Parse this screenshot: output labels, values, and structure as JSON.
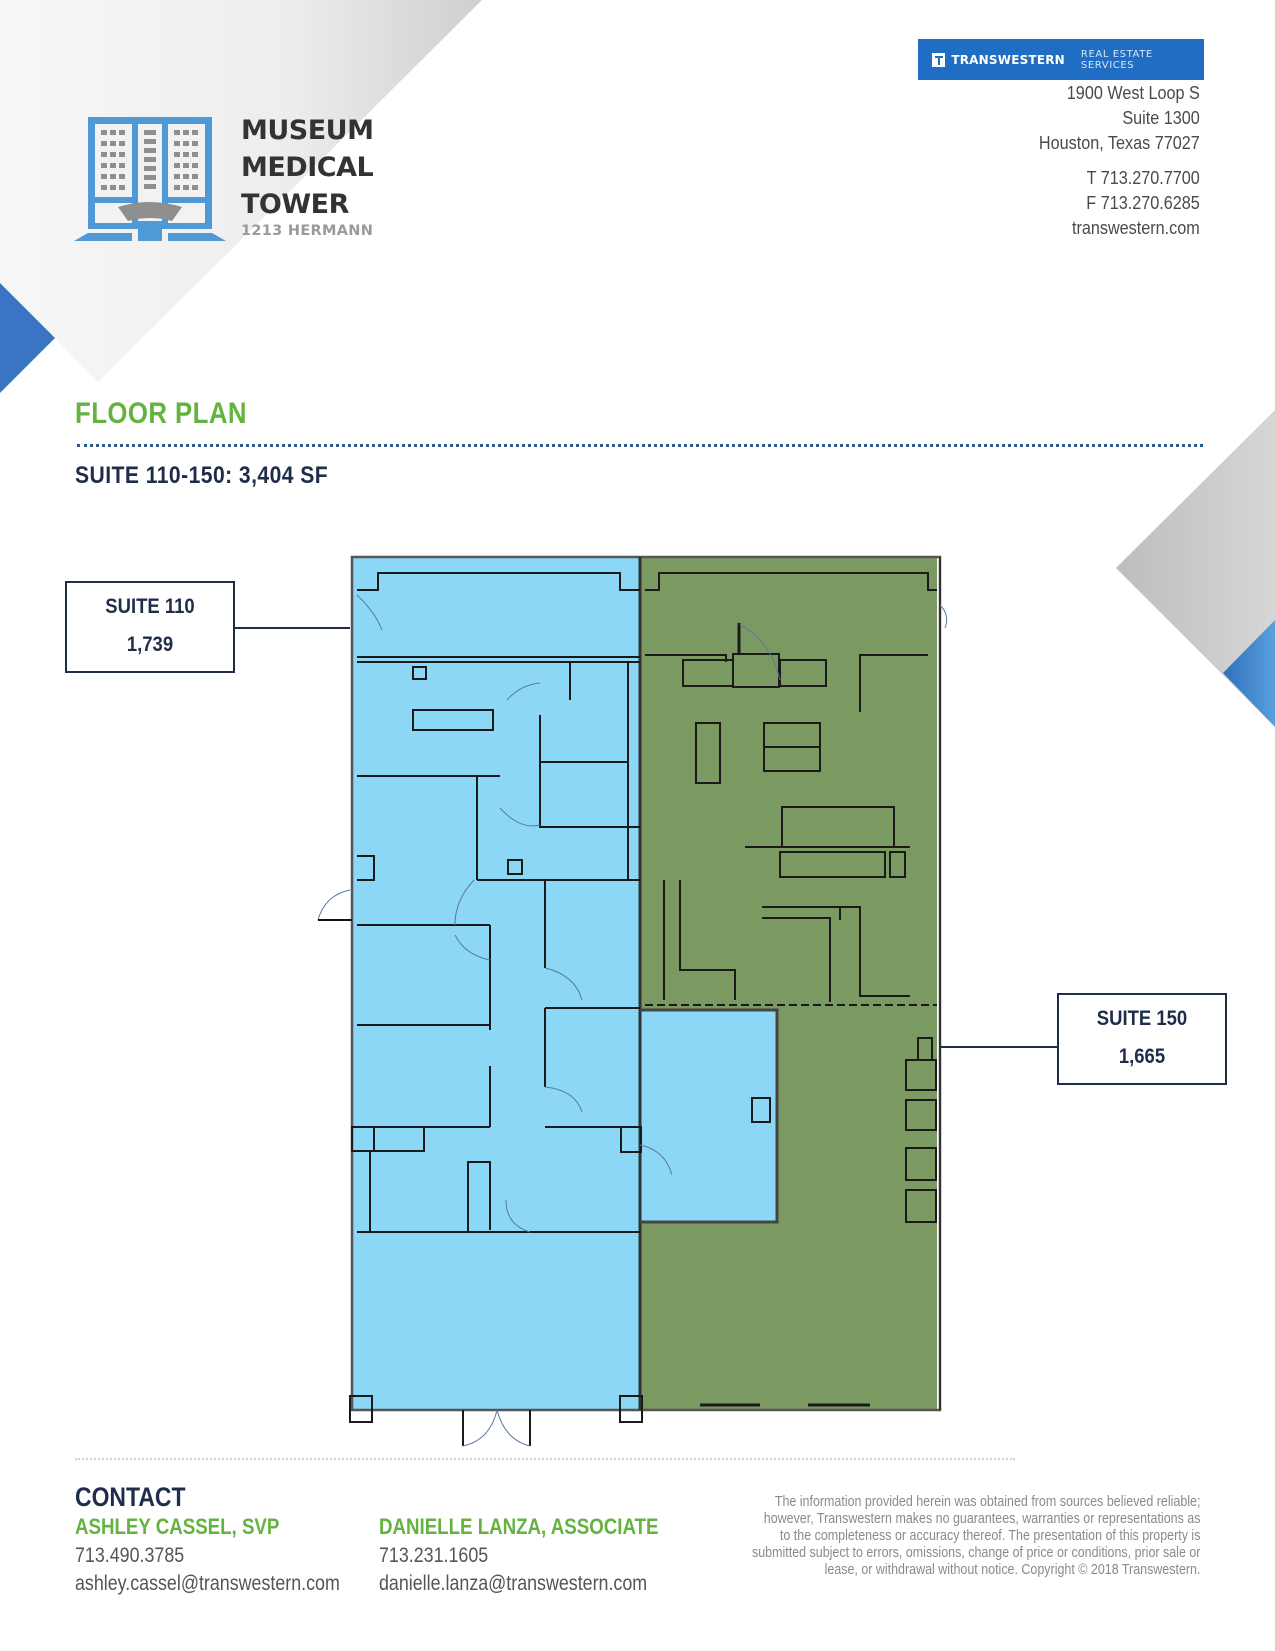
{
  "header": {
    "logo": {
      "icon": "building-icon",
      "title_lines": [
        "MUSEUM",
        "MEDICAL",
        "TOWER"
      ],
      "address": "1213 HERMANN"
    },
    "broker": {
      "brand": "TRANSWESTERN",
      "tagline": "REAL ESTATE SERVICES",
      "icon": "transwestern-logo-icon",
      "address_lines": [
        "1900 West Loop S",
        "Suite 1300",
        "Houston, Texas 77027"
      ],
      "phone": "T 713.270.7700",
      "fax": "F 713.270.6285",
      "website": "transwestern.com"
    }
  },
  "main": {
    "section_title": "FLOOR PLAN",
    "suite_total": "SUITE 110-150: 3,404 SF",
    "floor_plan": {
      "suites": [
        {
          "name": "SUITE 110",
          "area": "1,739",
          "color": "#8bd7f5"
        },
        {
          "name": "SUITE 150",
          "area": "1,665",
          "color": "#7b9a62"
        }
      ]
    }
  },
  "footer": {
    "contact_title": "CONTACT",
    "contacts": [
      {
        "name": "ASHLEY CASSEL, SVP",
        "phone": "713.490.3785",
        "email": "ashley.cassel@transwestern.com"
      },
      {
        "name": "DANIELLE LANZA, ASSOCIATE",
        "phone": "713.231.1605",
        "email": "danielle.lanza@transwestern.com"
      }
    ],
    "disclaimer_lines": [
      "The information provided herein was obtained from sources believed reliable;",
      "however, Transwestern makes no guarantees, warranties or representations as",
      "to the completeness or accuracy thereof. The presentation of this property is",
      "submitted subject to errors, omissions, change of price or conditions, prior sale or",
      "lease, or withdrawal without notice. Copyright © 2018 Transwestern."
    ]
  },
  "colors": {
    "accent_green": "#64b340",
    "navy": "#1f2d4a",
    "brand_blue": "#1f6ec4",
    "suite_110_fill": "#8bd7f5",
    "suite_150_fill": "#7b9a62"
  }
}
